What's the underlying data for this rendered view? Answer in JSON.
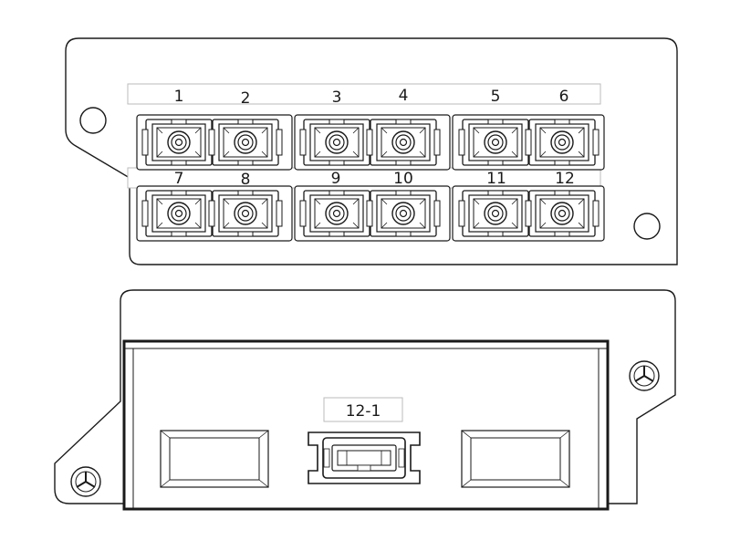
{
  "top_panel": {
    "ports": [
      {
        "label": "1"
      },
      {
        "label": "2"
      },
      {
        "label": "3"
      },
      {
        "label": "4"
      },
      {
        "label": "5"
      },
      {
        "label": "6"
      },
      {
        "label": "7"
      },
      {
        "label": "8"
      },
      {
        "label": "9"
      },
      {
        "label": "10"
      },
      {
        "label": "11"
      },
      {
        "label": "12"
      }
    ]
  },
  "bottom_panel": {
    "connector_label": "12-1"
  },
  "colors": {
    "line": "#1a1a1a",
    "fill": "#ffffff",
    "label_border": "#bbbbbb"
  }
}
